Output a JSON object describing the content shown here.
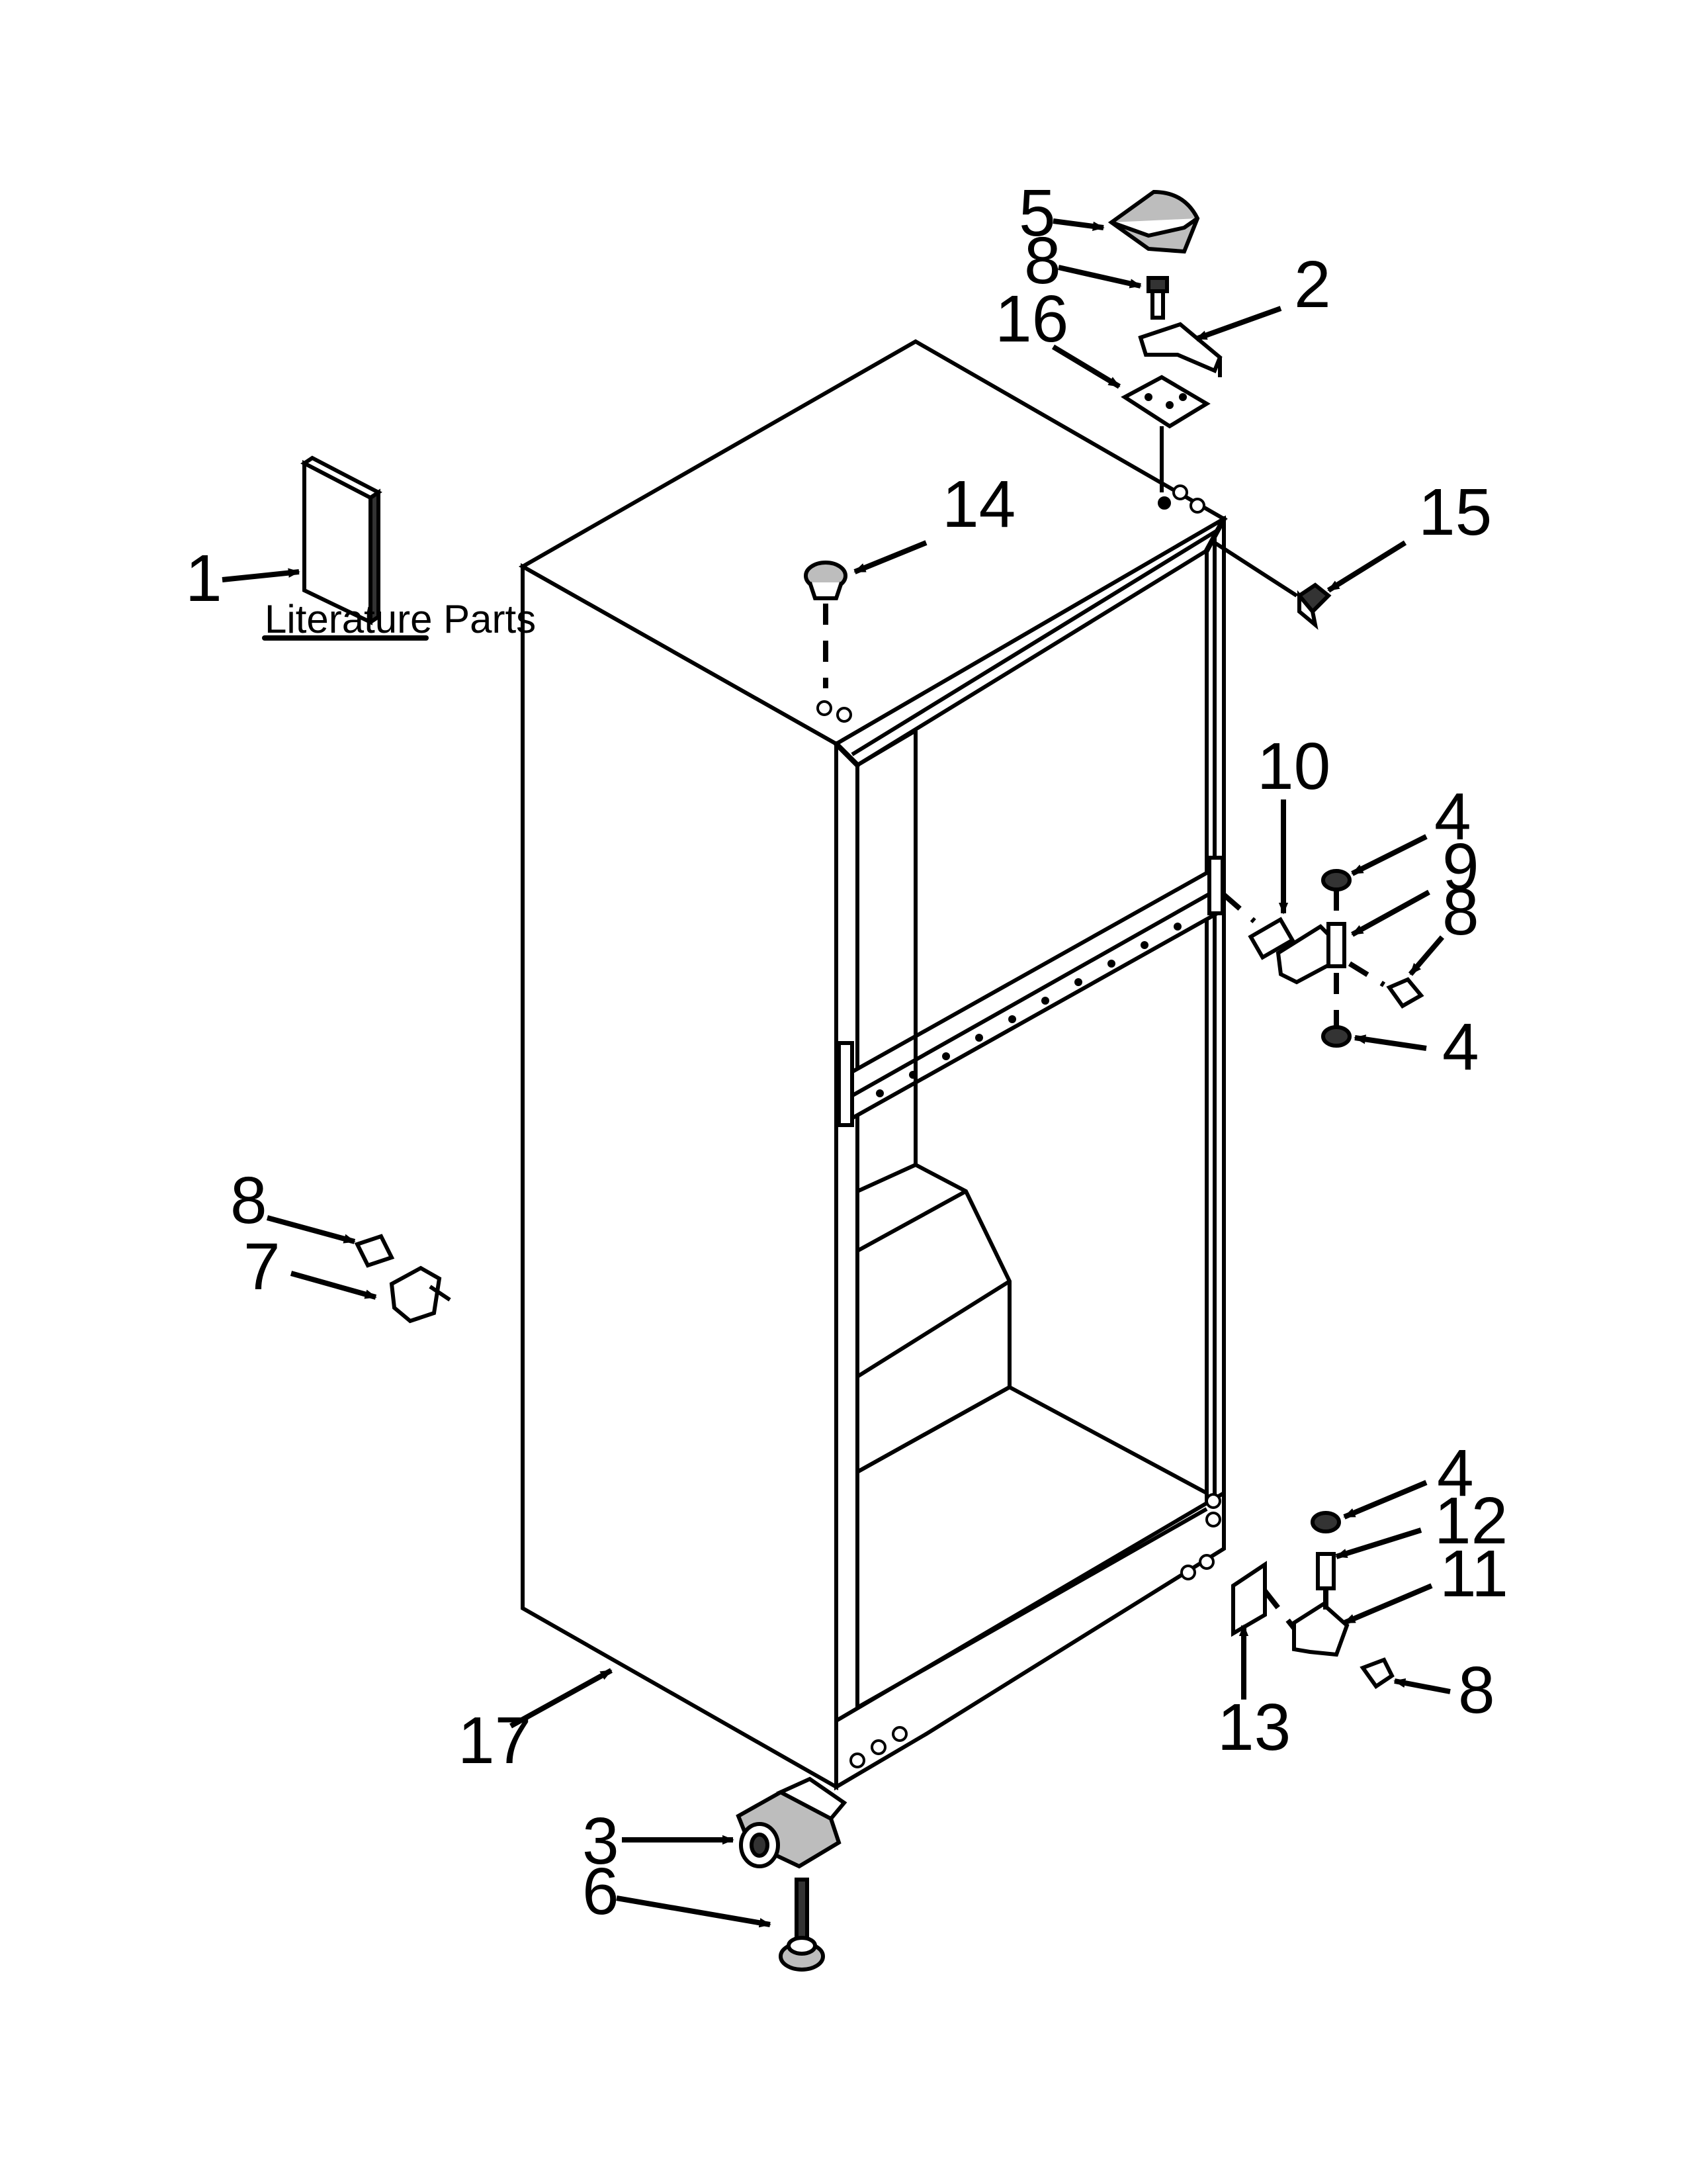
{
  "literature_label": "Literature Parts",
  "callouts": [
    {
      "id": "c1",
      "text": "1"
    },
    {
      "id": "c2",
      "text": "2"
    },
    {
      "id": "c3",
      "text": "3"
    },
    {
      "id": "c4a",
      "text": "4"
    },
    {
      "id": "c4b",
      "text": "4"
    },
    {
      "id": "c4c",
      "text": "4"
    },
    {
      "id": "c5",
      "text": "5"
    },
    {
      "id": "c6",
      "text": "6"
    },
    {
      "id": "c7",
      "text": "7"
    },
    {
      "id": "c8a",
      "text": "8"
    },
    {
      "id": "c8b",
      "text": "8"
    },
    {
      "id": "c8c",
      "text": "8"
    },
    {
      "id": "c8d",
      "text": "8"
    },
    {
      "id": "c9",
      "text": "9"
    },
    {
      "id": "c10",
      "text": "10"
    },
    {
      "id": "c11",
      "text": "11"
    },
    {
      "id": "c12",
      "text": "12"
    },
    {
      "id": "c13",
      "text": "13"
    },
    {
      "id": "c14",
      "text": "14"
    },
    {
      "id": "c15",
      "text": "15"
    },
    {
      "id": "c16",
      "text": "16"
    },
    {
      "id": "c17",
      "text": "17"
    }
  ]
}
